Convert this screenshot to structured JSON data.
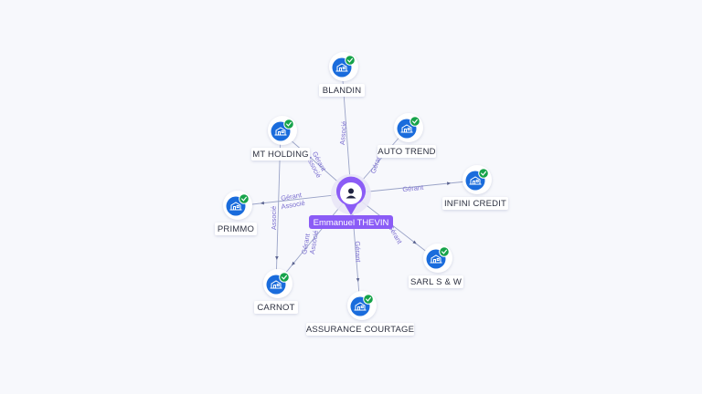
{
  "center": {
    "name": "Emmanuel THEVIN",
    "icon": "person-icon",
    "color": "#8b5cf6"
  },
  "nodes": [
    {
      "id": "blandin",
      "label": "BLANDIN",
      "icon": "company-icon",
      "verified": true
    },
    {
      "id": "auto-trend",
      "label": "AUTO TREND",
      "icon": "company-icon",
      "verified": true
    },
    {
      "id": "infini-credit",
      "label": "INFINI CREDIT",
      "icon": "company-icon",
      "verified": true
    },
    {
      "id": "sarl-s-w",
      "label": "SARL S & W",
      "icon": "company-icon",
      "verified": true
    },
    {
      "id": "assurance-courtage",
      "label": "ASSURANCE COURTAGE",
      "icon": "company-icon",
      "verified": true
    },
    {
      "id": "carnot",
      "label": "CARNOT",
      "icon": "company-icon",
      "verified": true
    },
    {
      "id": "primmo",
      "label": "PRIMMO",
      "icon": "company-icon",
      "verified": true
    },
    {
      "id": "mt-holding",
      "label": "MT HOLDING",
      "icon": "company-icon",
      "verified": true
    }
  ],
  "edges": [
    {
      "from": "center",
      "to": "blandin",
      "labels": [
        "Associé"
      ]
    },
    {
      "from": "center",
      "to": "auto-trend",
      "labels": [
        "Gérant"
      ]
    },
    {
      "from": "center",
      "to": "infini-credit",
      "labels": [
        "Gérant"
      ]
    },
    {
      "from": "center",
      "to": "sarl-s-w",
      "labels": [
        "Gérant"
      ]
    },
    {
      "from": "center",
      "to": "assurance-courtage",
      "labels": [
        "Gérant"
      ]
    },
    {
      "from": "center",
      "to": "carnot",
      "labels": [
        "Gérant",
        "Associé"
      ]
    },
    {
      "from": "center",
      "to": "primmo",
      "labels": [
        "Gérant",
        "Associé"
      ]
    },
    {
      "from": "center",
      "to": "mt-holding",
      "labels": [
        "Gérant",
        "Associé"
      ]
    },
    {
      "from": "mt-holding",
      "to": "carnot",
      "labels": [
        "Associé"
      ]
    }
  ],
  "colors": {
    "company": "#1a6cdc",
    "verified": "#16a34a",
    "edge": "#9aa3c7",
    "edge_label": "#7b6fd0",
    "center": "#8b5cf6"
  }
}
